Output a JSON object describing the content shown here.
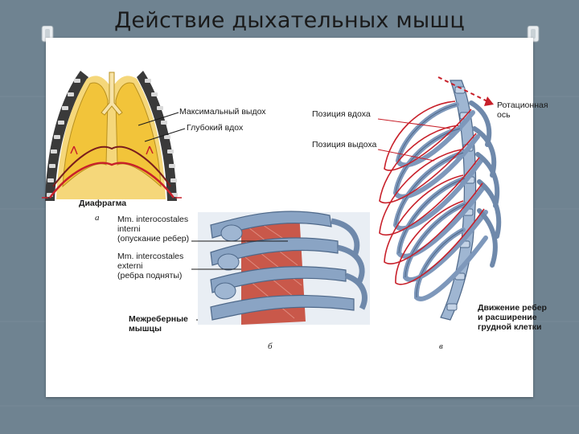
{
  "slide": {
    "title": "Действие дыхательных мышц"
  },
  "panel_a": {
    "letter": "а",
    "max_exhale": "Максимальный выдох",
    "deep_inhale": "Глубокий вдох",
    "diaphragm": "Диафрагма"
  },
  "panel_b": {
    "letter": "б",
    "internal_line1": "Mm. interocostales",
    "internal_line2": "interni",
    "internal_line3": "(опускание ребер)",
    "external_line1": "Mm. intercostales",
    "external_line2": "externi",
    "external_line3": "(ребра подняты)",
    "intercostal_line1": "Межреберные",
    "intercostal_line2": "мышцы"
  },
  "panel_c": {
    "letter": "в",
    "inhale_position": "Позиция вдоха",
    "exhale_position": "Позиция выдоха",
    "axis_line1": "Ротационная",
    "axis_line2": "ось",
    "caption_line1": "Движение ребер",
    "caption_line2": "и расширение",
    "caption_line3": "грудной клетки"
  },
  "colors": {
    "background": "#6f8391",
    "lung_fill": "#f2c43a",
    "diaphragm_red": "#c8202a",
    "bone_blue": "#8aa4c4",
    "muscle_red": "#c9584a"
  }
}
